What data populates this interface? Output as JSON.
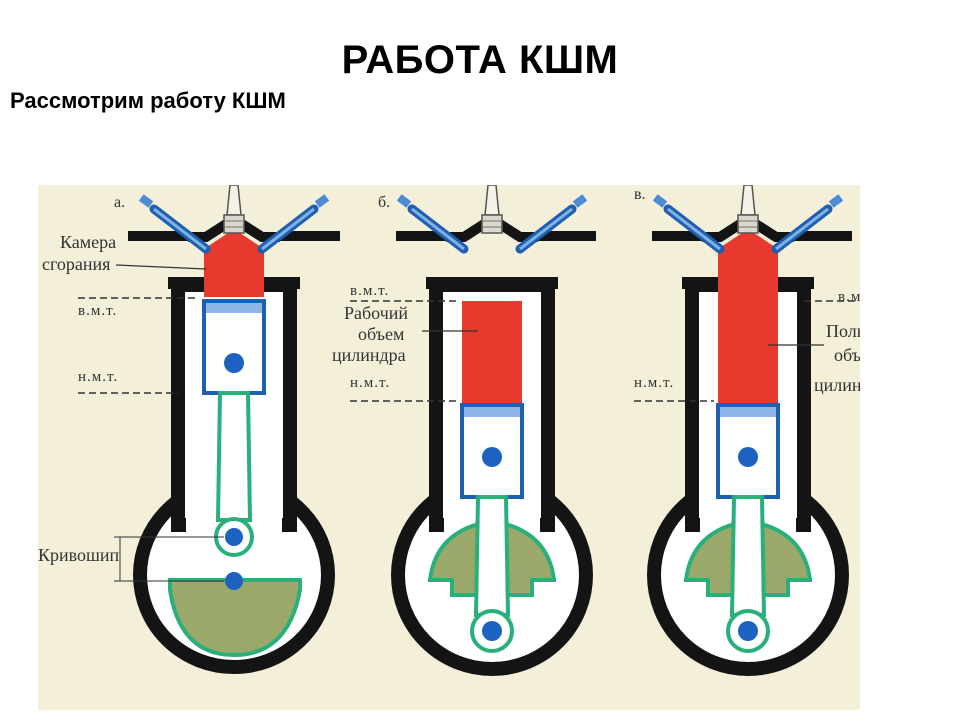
{
  "slide": {
    "title": "РАБОТА КШМ",
    "subtitle": "Рассмотрим работу КШМ"
  },
  "diagram": {
    "panels": [
      {
        "letter": "а.",
        "labels": {
          "chamber_line1": "Камера",
          "chamber_line2": "сгорания",
          "tdc": "в.м.т.",
          "bdc": "н.м.т.",
          "crank": "Кривошип"
        }
      },
      {
        "letter": "б.",
        "labels": {
          "tdc": "в.м.т.",
          "work_line1": "Рабочий",
          "work_line2": "объем",
          "work_line3": "цилиндра",
          "bdc": "н.м.т."
        }
      },
      {
        "letter": "в.",
        "labels": {
          "tdc": "в.м.т.",
          "full_line1": "Полный",
          "full_line2": "объем",
          "full_line3": "цилиндра",
          "bdc": "н.м.т."
        }
      }
    ],
    "colors": {
      "paper": "#f3efd9",
      "wall": "#141414",
      "gas": "#e8392e",
      "piston_outline": "#1f5fb0",
      "pin": "#1d62c0",
      "rod": "#29b07a",
      "crank": "#9aa86a"
    }
  }
}
